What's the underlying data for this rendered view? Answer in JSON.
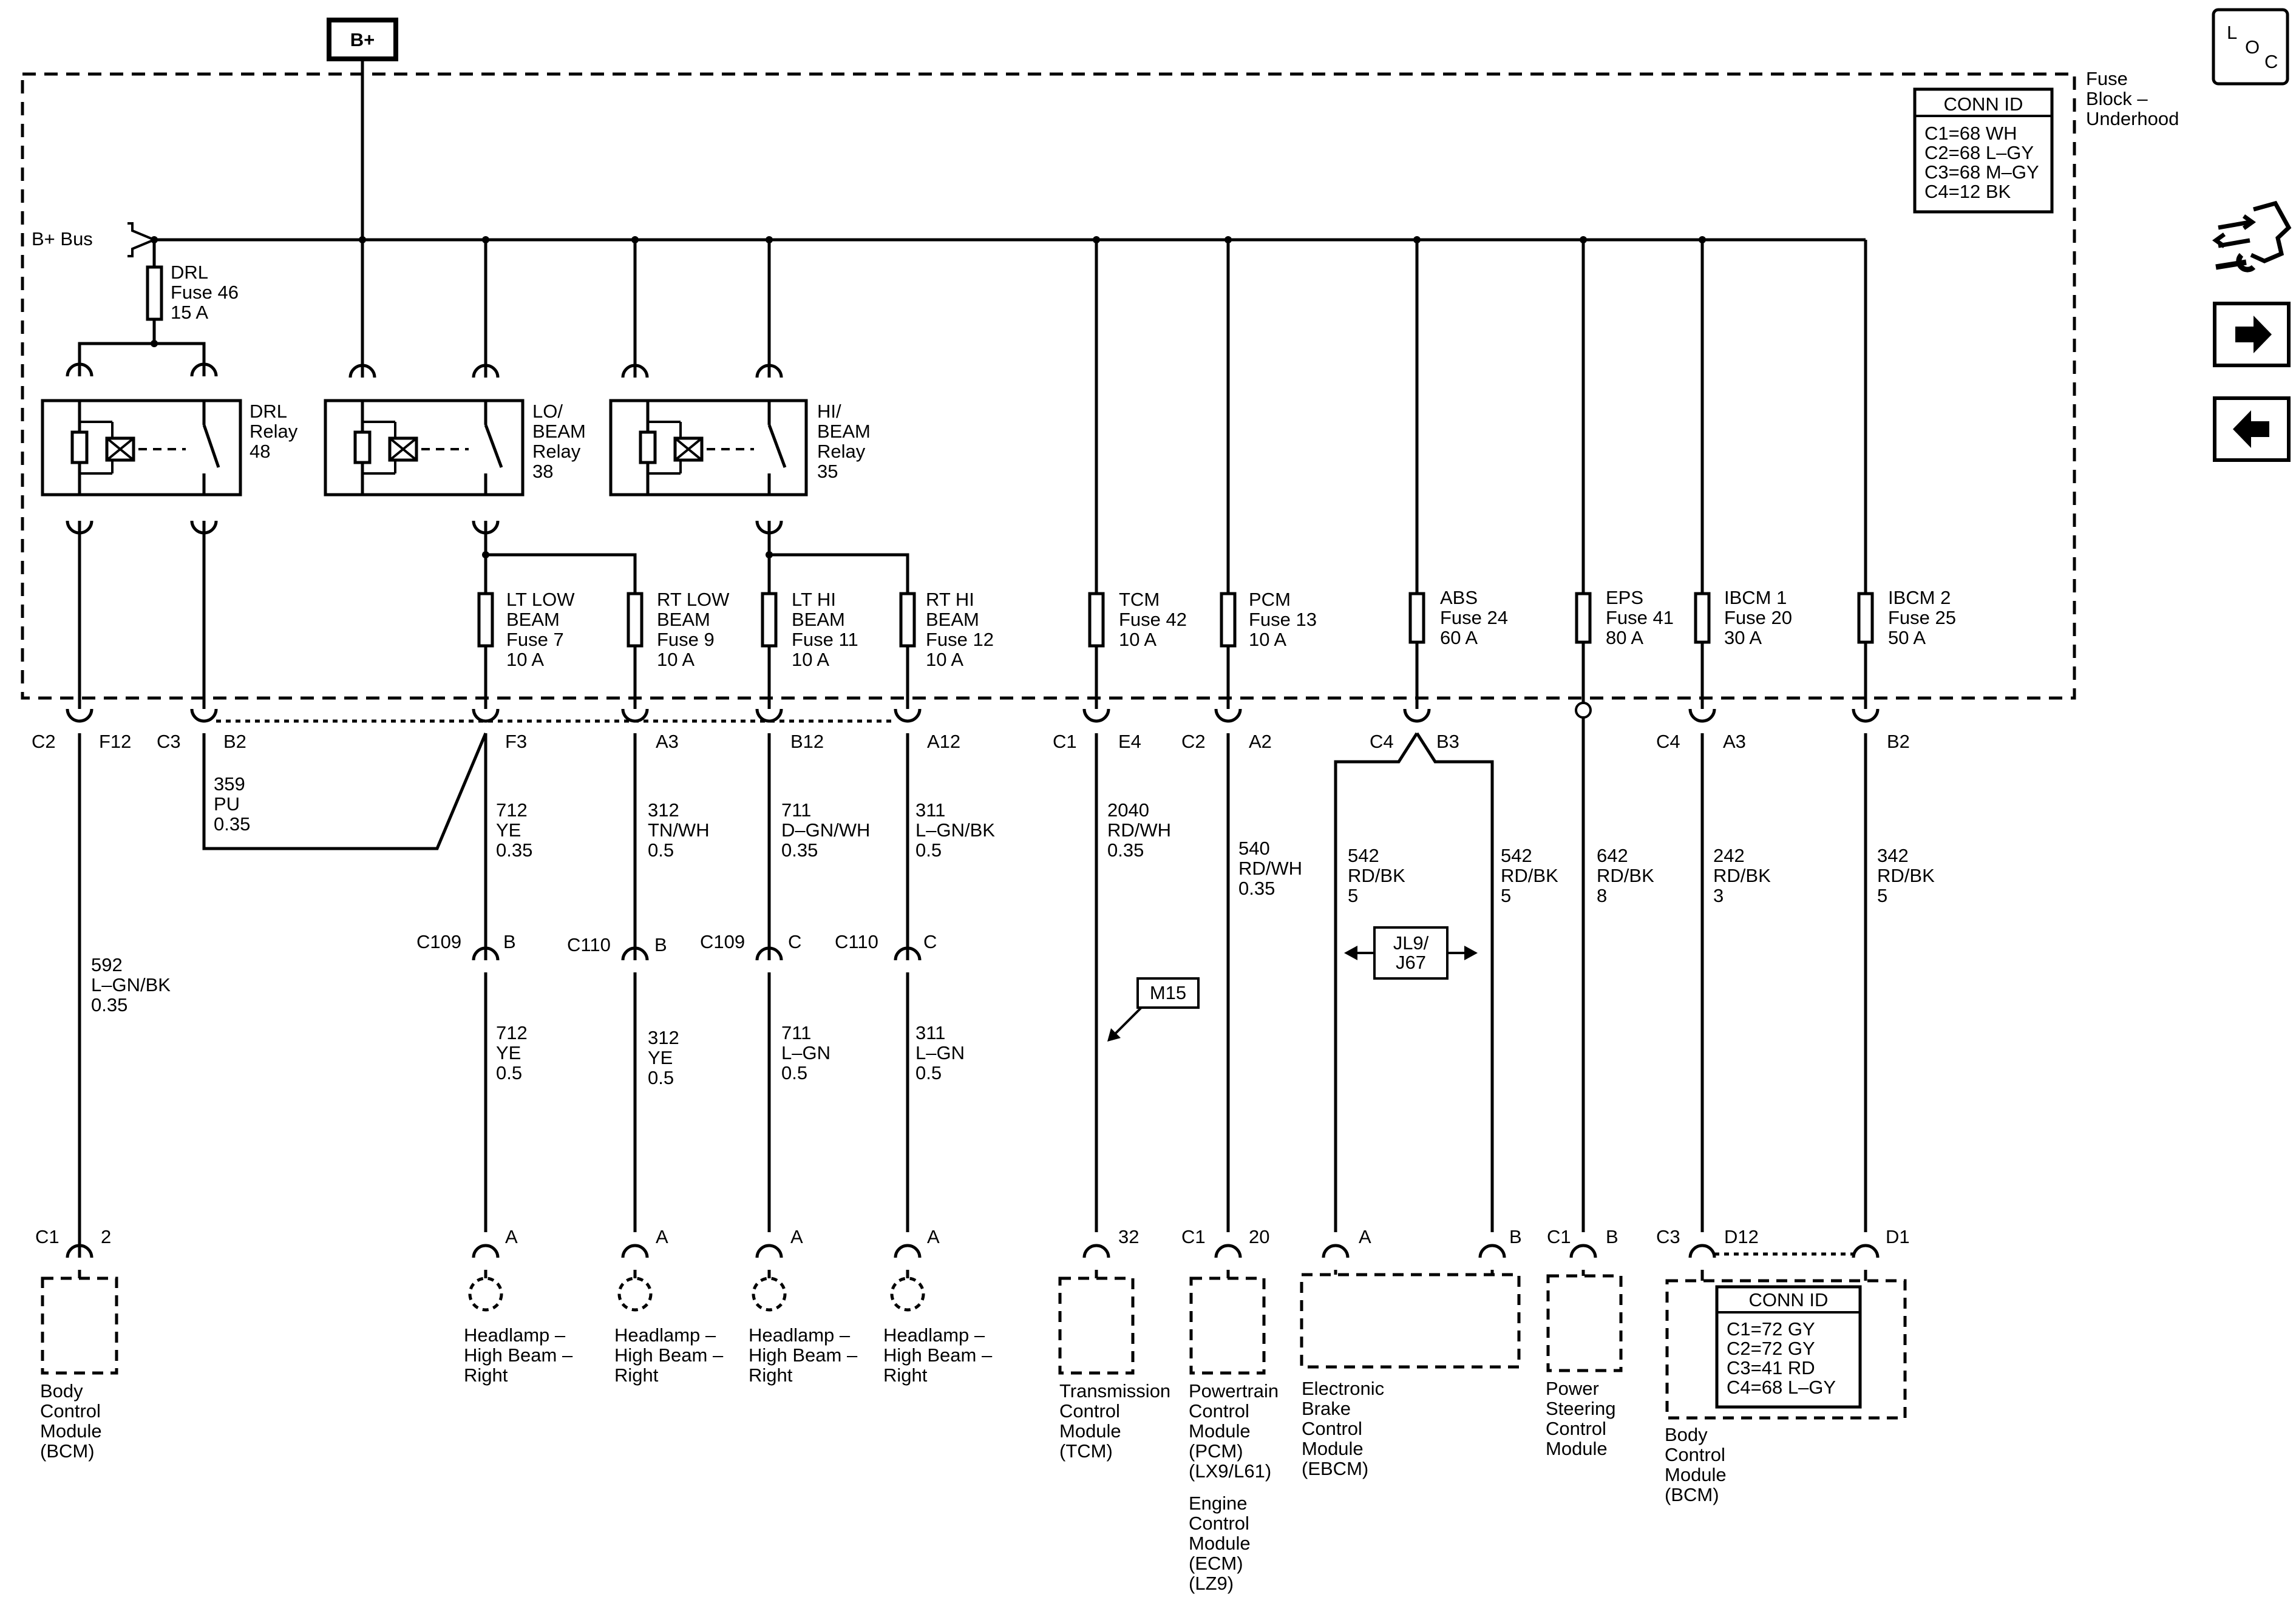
{
  "supply": {
    "label": "B+",
    "bus_label": "B+ Bus"
  },
  "fuse_block": {
    "name": "Fuse\nBlock –\nUnderhood",
    "conn_id": {
      "title": "CONN ID",
      "lines": [
        "C1=68 WH",
        "C2=68 L–GY",
        "C3=68 M–GY",
        "C4=12 BK"
      ]
    }
  },
  "relays": [
    {
      "name": "DRL\nRelay\n48"
    },
    {
      "name": "LO/\nBEAM\nRelay\n38"
    },
    {
      "name": "HI/\nBEAM\nRelay\n35"
    }
  ],
  "fuses": [
    {
      "name": "DRL\nFuse 46\n15 A"
    },
    {
      "name": "LT LOW\nBEAM\nFuse 7\n10 A"
    },
    {
      "name": "RT LOW\nBEAM\nFuse 9\n10 A"
    },
    {
      "name": "LT HI\nBEAM\nFuse 11\n10 A"
    },
    {
      "name": "RT HI\nBEAM\nFuse 12\n10 A"
    },
    {
      "name": "TCM\nFuse 42\n10 A"
    },
    {
      "name": "PCM\nFuse 13\n10 A"
    },
    {
      "name": "ABS\nFuse 24\n60 A"
    },
    {
      "name": "EPS\nFuse 41\n80 A"
    },
    {
      "name": "IBCM 1\nFuse 20\n30 A"
    },
    {
      "name": "IBCM 2\nFuse 25\n50 A"
    }
  ],
  "block_pins": [
    {
      "conn": "C2",
      "pin": "F12"
    },
    {
      "conn": "C3",
      "pin": "B2"
    },
    {
      "conn": "",
      "pin": "F3"
    },
    {
      "conn": "",
      "pin": "A3"
    },
    {
      "conn": "",
      "pin": "B12"
    },
    {
      "conn": "",
      "pin": "A12"
    },
    {
      "conn": "C1",
      "pin": "E4"
    },
    {
      "conn": "C2",
      "pin": "A2"
    },
    {
      "conn": "C4",
      "pin": "B3"
    },
    {
      "conn": "C4",
      "pin": "A3"
    },
    {
      "conn": "",
      "pin": "B2"
    }
  ],
  "wires_upper": [
    {
      "label": "359\nPU\n0.35"
    },
    {
      "label": "712\nYE\n0.35"
    },
    {
      "label": "312\nTN/WH\n0.5"
    },
    {
      "label": "711\nD–GN/WH\n0.35"
    },
    {
      "label": "311\nL–GN/BK\n0.5"
    },
    {
      "label": "2040\nRD/WH\n0.35"
    },
    {
      "label": "540\nRD/WH\n0.35"
    },
    {
      "label": "542\nRD/BK\n5"
    },
    {
      "label": "542\nRD/BK\n5"
    },
    {
      "label": "642\nRD/BK\n8"
    },
    {
      "label": "242\nRD/BK\n3"
    },
    {
      "label": "342\nRD/BK\n5"
    }
  ],
  "drl_wire": {
    "label": "592\nL–GN/BK\n0.35"
  },
  "inline_connectors": [
    {
      "conn": "C109",
      "pin": "B"
    },
    {
      "conn": "C110",
      "pin": "B"
    },
    {
      "conn": "C109",
      "pin": "C"
    },
    {
      "conn": "C110",
      "pin": "C"
    }
  ],
  "wires_lower": [
    {
      "label": "712\nYE\n0.5"
    },
    {
      "label": "312\nYE\n0.5"
    },
    {
      "label": "711\nL–GN\n0.5"
    },
    {
      "label": "311\nL–GN\n0.5"
    }
  ],
  "refs": {
    "m15": "M15",
    "jl9": "JL9/\nJ67"
  },
  "bottom_pins": [
    {
      "conn": "C1",
      "pin": "2"
    },
    {
      "conn": "",
      "pin": "A"
    },
    {
      "conn": "",
      "pin": "A"
    },
    {
      "conn": "",
      "pin": "A"
    },
    {
      "conn": "",
      "pin": "A"
    },
    {
      "conn": "",
      "pin": "32"
    },
    {
      "conn": "C1",
      "pin": "20"
    },
    {
      "conn": "",
      "pin": "A"
    },
    {
      "conn": "",
      "pin": "B"
    },
    {
      "conn": "C1",
      "pin": "B"
    },
    {
      "conn": "C3",
      "pin": "D12"
    },
    {
      "conn": "",
      "pin": "D1"
    }
  ],
  "components": [
    {
      "name": "Body\nControl\nModule\n(BCM)"
    },
    {
      "name": "Headlamp –\nHigh Beam –\nRight"
    },
    {
      "name": "Headlamp –\nHigh Beam –\nRight"
    },
    {
      "name": "Headlamp –\nHigh Beam –\nRight"
    },
    {
      "name": "Headlamp –\nHigh Beam –\nRight"
    },
    {
      "name": "Transmission\nControl\nModule\n(TCM)"
    },
    {
      "name": "Powertrain\nControl\nModule\n(PCM)\n(LX9/L61)"
    },
    {
      "name": "Engine\nControl\nModule\n(ECM)\n(LZ9)"
    },
    {
      "name": "Electronic\nBrake\nControl\nModule\n(EBCM)"
    },
    {
      "name": "Power\nSteering\nControl\nModule"
    },
    {
      "name": "Body\nControl\nModule\n(BCM)"
    }
  ],
  "bcm_conn_id": {
    "title": "CONN ID",
    "lines": [
      "C1=72 GY",
      "C2=72 GY",
      "C3=41 RD",
      "C4=68 L–GY"
    ]
  },
  "side_icons": [
    "loc-icon",
    "component-view-icon",
    "next-page-icon",
    "previous-page-icon"
  ],
  "loc_text": {
    "l": "L",
    "o": "O",
    "c": "C"
  }
}
